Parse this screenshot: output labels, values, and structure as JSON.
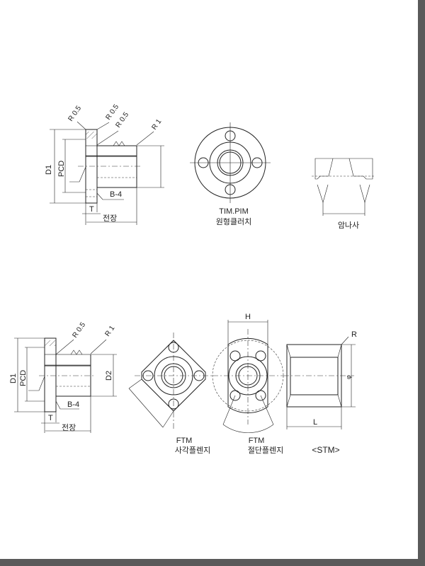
{
  "top_row": {
    "side_view": {
      "r_labels": [
        "R 0.5",
        "R 0.5",
        "R 0.5"
      ],
      "r1": "R 1",
      "d1": "D1",
      "pcd": "PCD",
      "b4": "B-4",
      "t": "T",
      "length": "전장"
    },
    "round_flange": {
      "code": "TIM.PIM",
      "name": "원형클러치"
    },
    "female_thread": {
      "name": "암나사"
    }
  },
  "bottom_row": {
    "side_view": {
      "r05": "R 0.5",
      "r1": "R 1",
      "d1": "D1",
      "pcd": "PCD",
      "d2": "D2",
      "b4": "B-4",
      "t": "T",
      "length": "전장"
    },
    "square_flange": {
      "code": "FTM",
      "name": "사각플렌지"
    },
    "cut_flange": {
      "code": "FTM",
      "name": "절단플렌지",
      "h": "H"
    },
    "straight": {
      "r": "R",
      "phi": "φ",
      "l": "L",
      "name": "<STM>"
    }
  }
}
